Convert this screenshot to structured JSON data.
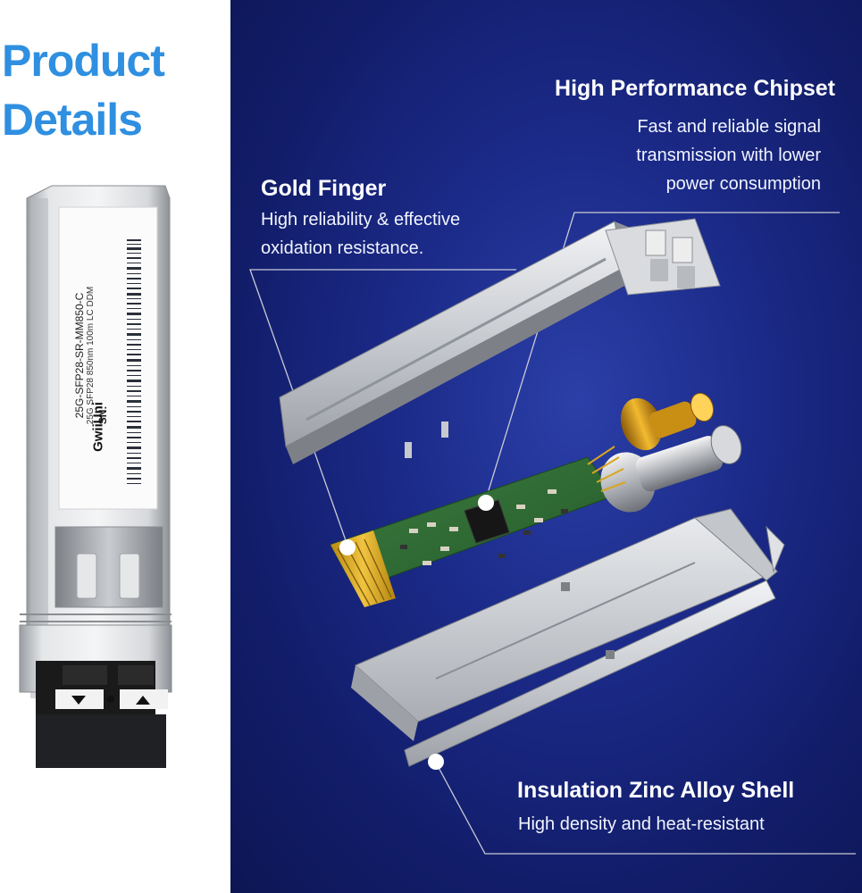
{
  "heading": {
    "line1": "Product",
    "line2": "Details"
  },
  "module_label": {
    "brand": "GwiiUni",
    "model": "25G-SFP28-SR-MM850-C",
    "spec": "25G SFP28 850nm 100m LC DDM",
    "sn": "SN:"
  },
  "callouts": {
    "chipset": {
      "title": "High Performance Chipset",
      "desc": [
        "Fast and reliable signal",
        "transmission with lower",
        "power consumption"
      ]
    },
    "gold_finger": {
      "title": "Gold Finger",
      "desc": [
        "High reliability & effective",
        "oxidation resistance."
      ]
    },
    "shell": {
      "title": "Insulation Zinc Alloy Shell",
      "desc": [
        "High density and heat-resistant"
      ]
    }
  },
  "colors": {
    "heading_blue": "#2f8fe0",
    "panel_blue": "#1b2a88",
    "gold": "#d9a520",
    "pcb_green": "#2e6b35"
  }
}
